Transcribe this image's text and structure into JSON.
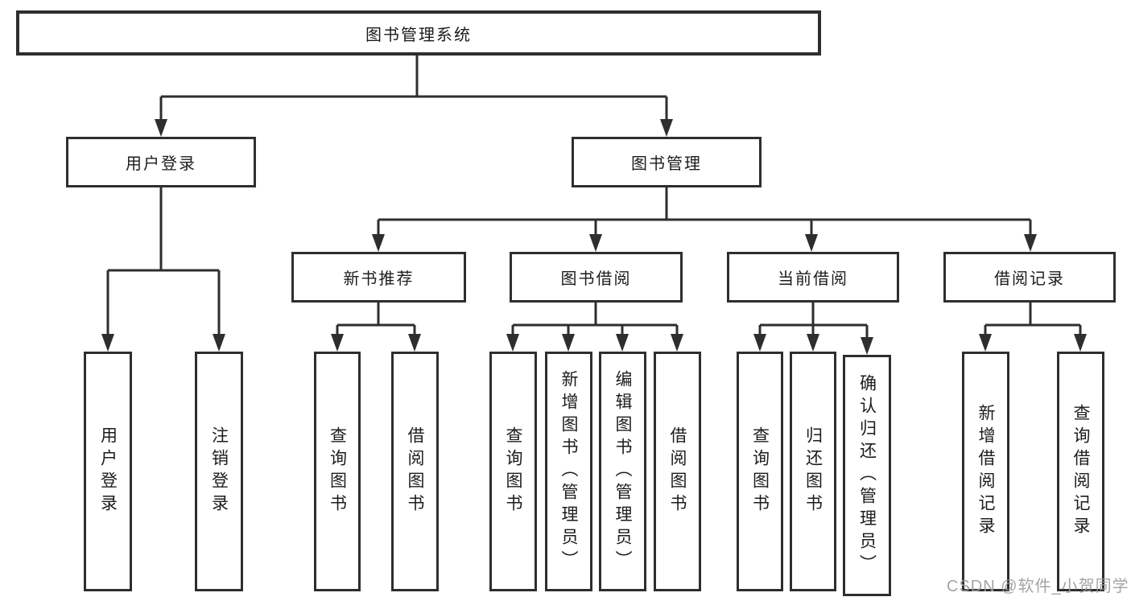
{
  "diagram": {
    "root_label": "图书管理系统",
    "level2": {
      "user_login": "用户登录",
      "book_management": "图书管理"
    },
    "level3": {
      "new_book_recommend": "新书推荐",
      "book_borrowing": "图书借阅",
      "current_borrowing": "当前借阅",
      "borrowing_records": "借阅记录"
    },
    "leaves": {
      "user_login": [
        "用户登录",
        "注销登录"
      ],
      "new_book_recommend": [
        "查询图书",
        "借阅图书"
      ],
      "book_borrowing": [
        "查询图书",
        "新增图书（管理员）",
        "编辑图书（管理员）",
        "借阅图书"
      ],
      "current_borrowing": [
        "查询图书",
        "归还图书",
        "确认归还（管理员）"
      ],
      "borrowing_records": [
        "新增借阅记录",
        "查询借阅记录"
      ]
    },
    "line_color": "#2e2e2e",
    "text_color": "#1c1c1c",
    "background_color": "#ffffff"
  },
  "watermark": {
    "text": "CSDN @软件_小贺同学",
    "color": "#9b9b9b"
  }
}
